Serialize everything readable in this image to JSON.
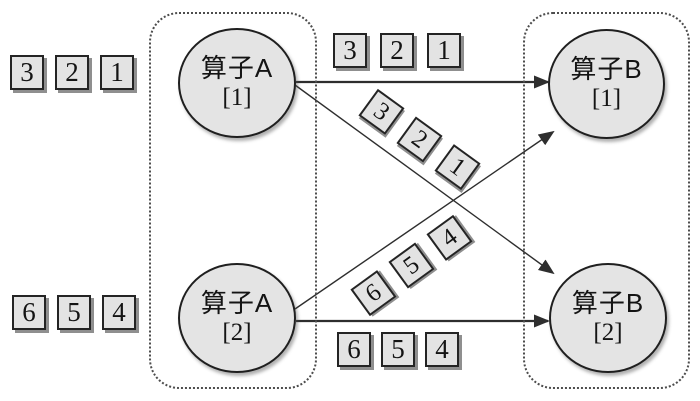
{
  "nodes": {
    "a1": {
      "title": "算子A",
      "subtitle": "[1]"
    },
    "a2": {
      "title": "算子A",
      "subtitle": "[2]"
    },
    "b1": {
      "title": "算子B",
      "subtitle": "[1]"
    },
    "b2": {
      "title": "算子B",
      "subtitle": "[2]"
    }
  },
  "streams": {
    "top": [
      "3",
      "2",
      "1"
    ],
    "bottom": [
      "6",
      "5",
      "4"
    ]
  },
  "edges": [
    {
      "id": "a1-b1",
      "from": "算子A [1]",
      "to": "算子B [1]",
      "orientation": "horizontal",
      "labels": [
        "3",
        "2",
        "1"
      ]
    },
    {
      "id": "a1-b2",
      "from": "算子A [1]",
      "to": "算子B [2]",
      "orientation": "diagonal-down",
      "labels": [
        "3",
        "2",
        "1"
      ]
    },
    {
      "id": "a2-b1",
      "from": "算子A [2]",
      "to": "算子B [1]",
      "orientation": "diagonal-up",
      "labels": [
        "6",
        "5",
        "4"
      ]
    },
    {
      "id": "a2-b2",
      "from": "算子A [2]",
      "to": "算子B [2]",
      "orientation": "horizontal",
      "labels": [
        "6",
        "5",
        "4"
      ]
    }
  ],
  "colors": {
    "background": "#ffffff",
    "line": "#2e2e2e",
    "node_fill": "#e4e4e4",
    "node_border": "#1f1f1f",
    "chip_fill": "#e3e3e3",
    "chip_border": "#242424",
    "chip_shadow": "#8f8f8f",
    "box_border": "#4d4d4d",
    "text": "#141414"
  }
}
